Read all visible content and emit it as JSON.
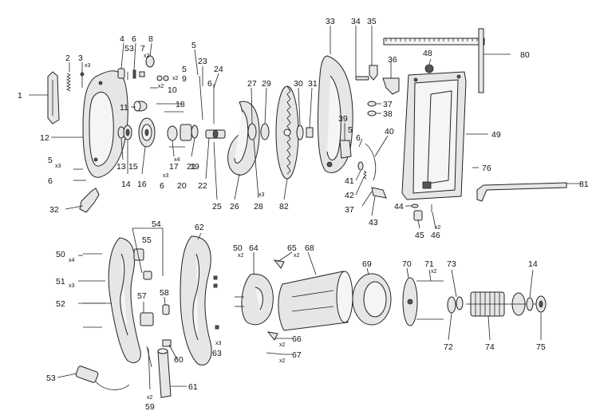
{
  "diagram": {
    "labels": {
      "p1": "1",
      "p2": "2",
      "p3": "3",
      "p4": "4",
      "p5": "5",
      "p6": "6",
      "p7": "7",
      "p8": "8",
      "p9": "9",
      "p10": "10",
      "p11": "11",
      "p12": "12",
      "p13": "13",
      "p14": "14",
      "p15": "15",
      "p16": "16",
      "p17": "17",
      "p18": "18",
      "p19": "19",
      "p20": "20",
      "p21": "21",
      "p22": "22",
      "p23": "23",
      "p24": "24",
      "p25": "25",
      "p26": "26",
      "p27": "27",
      "p28": "28",
      "p29": "29",
      "p30": "30",
      "p31": "31",
      "p32": "32",
      "p33": "33",
      "p34": "34",
      "p35": "35",
      "p36": "36",
      "p37": "37",
      "p38": "38",
      "p39": "39",
      "p40": "40",
      "p41": "41",
      "p42": "42",
      "p43": "43",
      "p44": "44",
      "p45": "45",
      "p46": "46",
      "p48": "48",
      "p49": "49",
      "p50": "50",
      "p51": "51",
      "p52": "52",
      "p53": "53",
      "p54": "54",
      "p55": "55",
      "p57": "57",
      "p58": "58",
      "p59": "59",
      "p60": "60",
      "p61": "61",
      "p62": "62",
      "p63": "63",
      "p64": "64",
      "p65": "65",
      "p66": "66",
      "p67": "67",
      "p68": "68",
      "p69": "69",
      "p70": "70",
      "p71": "71",
      "p72": "72",
      "p73": "73",
      "p74": "74",
      "p75": "75",
      "p76": "76",
      "p80": "80",
      "p81": "81",
      "p82": "82"
    },
    "quantities": {
      "q3": "x3",
      "q5": "x3",
      "q7": "x2",
      "q9": "x2",
      "q10": "x2",
      "q6b": "x3",
      "q19": "x4",
      "q28": "x3",
      "q46": "x2",
      "q50": "x4",
      "q51": "x3",
      "q50b": "x2",
      "q65": "x2",
      "q66": "x2",
      "q67": "x2",
      "q71": "x2",
      "q59": "x2",
      "q63": "x3"
    }
  }
}
